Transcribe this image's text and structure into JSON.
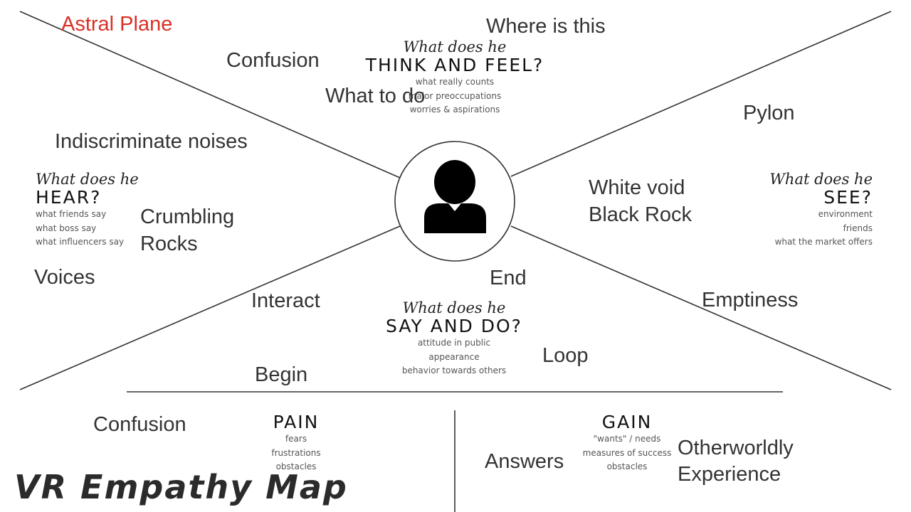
{
  "map": {
    "title": "VR Empathy Map",
    "person_icon": "person-icon"
  },
  "quadrants": {
    "think": {
      "script": "What does he",
      "heading": "THINK AND FEEL?",
      "lines": [
        "what really counts",
        "major preoccupations",
        "worries & aspirations"
      ]
    },
    "hear": {
      "script": "What does he",
      "heading": "HEAR?",
      "lines": [
        "what friends say",
        "what boss say",
        "what influencers say"
      ]
    },
    "see": {
      "script": "What does he",
      "heading": "SEE?",
      "lines": [
        "environment",
        "friends",
        "what the market offers"
      ]
    },
    "say": {
      "script": "What does he",
      "heading": "SAY AND DO?",
      "lines": [
        "attitude in public",
        "appearance",
        "behavior towards others"
      ]
    },
    "pain": {
      "heading": "PAIN",
      "lines": [
        "fears",
        "frustrations",
        "obstacles"
      ]
    },
    "gain": {
      "heading": "GAIN",
      "lines": [
        "\"wants\" / needs",
        "measures of success",
        "obstacles"
      ]
    }
  },
  "notes": {
    "astral_plane": "Astral Plane",
    "where_is_this": "Where is this",
    "confusion_top": "Confusion",
    "what_to_do": "What to do",
    "pylon": "Pylon",
    "indiscriminate_noises": "Indiscriminate noises",
    "white_void": "White void",
    "black_rock": "Black Rock",
    "crumbling": "Crumbling",
    "rocks": "Rocks",
    "voices": "Voices",
    "end": "End",
    "interact": "Interact",
    "emptiness": "Emptiness",
    "loop": "Loop",
    "begin": "Begin",
    "confusion_pain": "Confusion",
    "answers": "Answers",
    "otherworldly": "Otherworldly",
    "experience": "Experience"
  },
  "colors": {
    "line": "#333333",
    "note_text": "#333333",
    "highlight_note": "#d93025",
    "background": "#ffffff"
  }
}
